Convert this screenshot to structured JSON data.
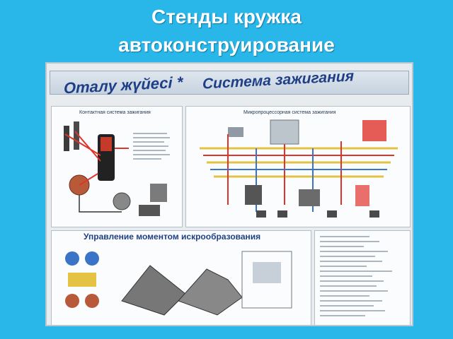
{
  "slide": {
    "title_line1": "Стенды кружка",
    "title_line2": "автоконструирование"
  },
  "stand": {
    "banner_kazakh": "Оталу жүйесі *",
    "banner_russian": "Система зажигания",
    "panel_contact": "Контактная система зажигания",
    "panel_micro": "Микропроцессорная система зажигания",
    "panel_spark": "Управление моментом искрообразования",
    "colors": {
      "background": "#29b6e9",
      "banner_text": "#1e3f86",
      "wire_red": "#e0332c",
      "wire_yellow": "#e3c244"
    }
  }
}
